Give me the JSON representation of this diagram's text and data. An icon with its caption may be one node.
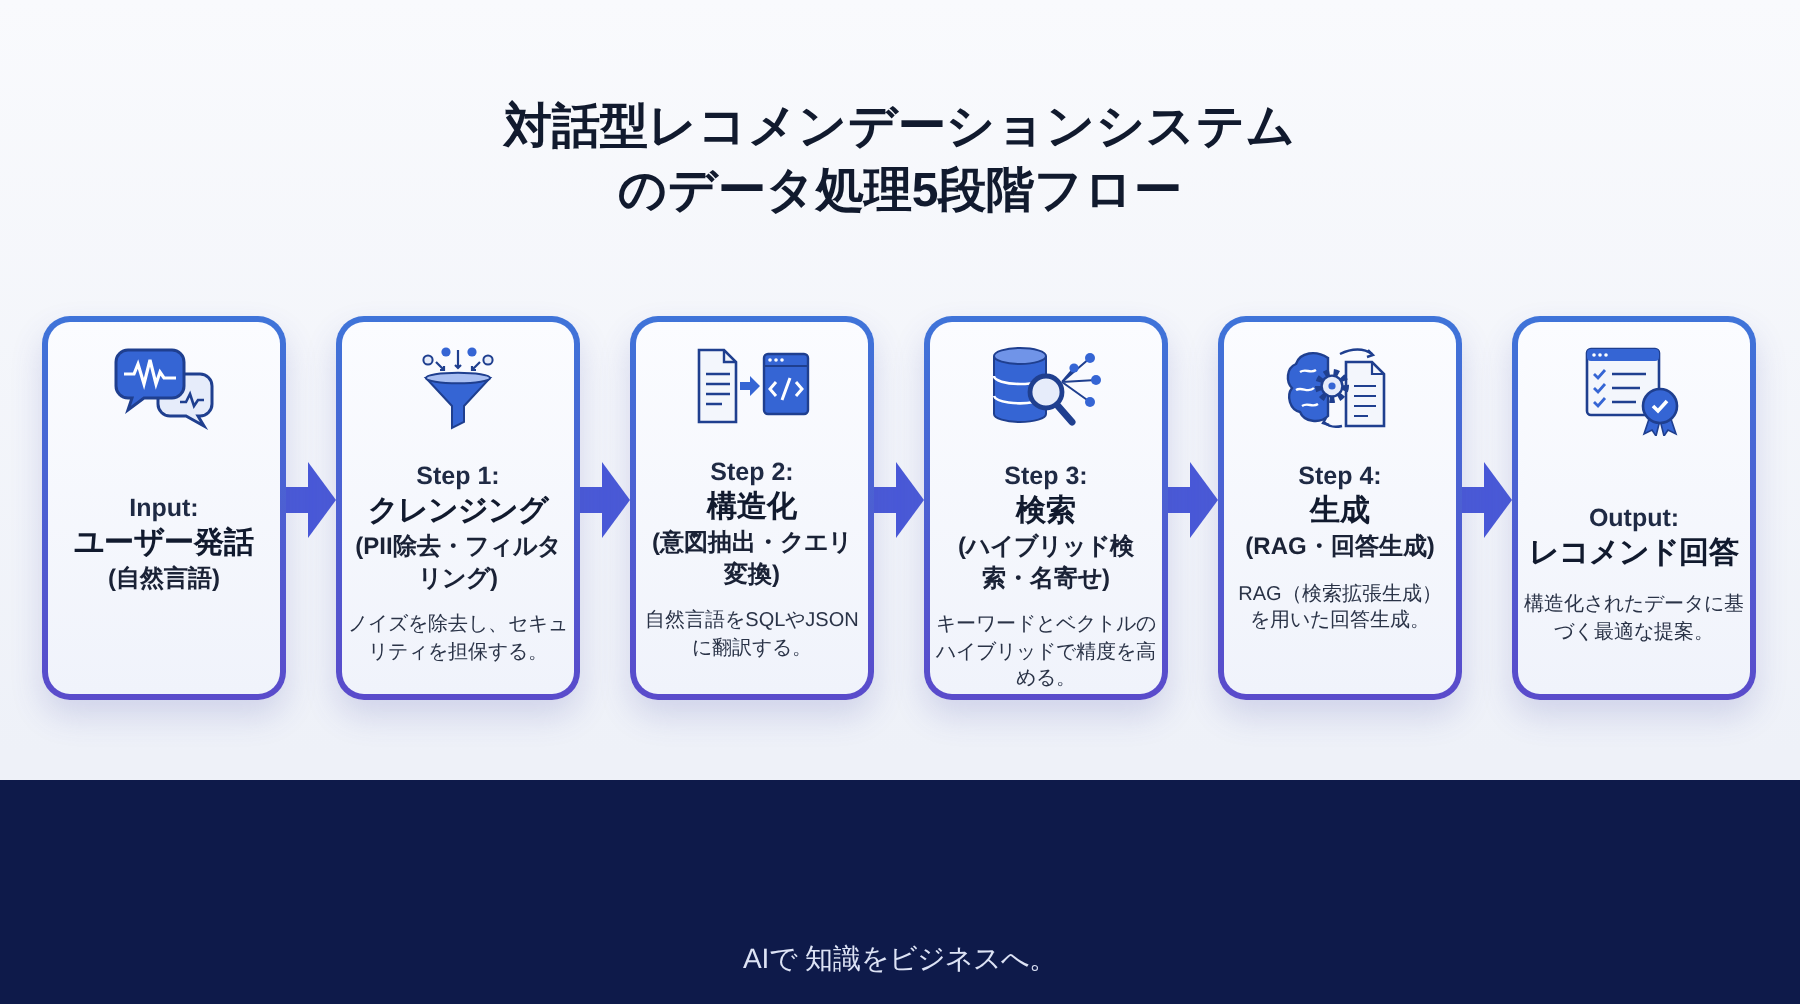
{
  "diagram": {
    "title": "対話型レコメンデーションシステムのデータ処理5段階フロー",
    "nodes": [
      {
        "text": [
          "Input:",
          "ユーザー発話",
          "(自然言語)"
        ]
      },
      {
        "text": [
          "Step 1:",
          "クレンジング",
          "(PII除去・フィルタリング)",
          "ノイズを除去し、セキュリティを担保する。"
        ]
      },
      {
        "text": [
          "Step 2:",
          "構造化",
          "(意図抽出・クエリ変換)",
          "自然言語をSQLやJSONに翻訳する。"
        ]
      },
      {
        "text": [
          "Step 3:",
          "検索",
          "(ハイブリッド検索・名寄せ)",
          "キーワードとベクトルのハイブリッドで精度を高める。"
        ]
      },
      {
        "text": [
          "Step 4:",
          "生成",
          "(RAG・回答生成)",
          "RAG（検索拡張生成）を用いた回答生成。"
        ]
      },
      {
        "text": [
          "Output:",
          "レコメンド回答",
          "構造化されたデータに基づく最適な提案。"
        ]
      }
    ],
    "edges": [
      {
        "from": 0,
        "to": 1,
        "arrow": "to"
      },
      {
        "from": 1,
        "to": 2,
        "arrow": "to"
      },
      {
        "from": 2,
        "to": 3,
        "arrow": "to"
      },
      {
        "from": 3,
        "to": 4,
        "arrow": "to"
      },
      {
        "from": 4,
        "to": 5,
        "arrow": "to"
      }
    ],
    "labels": [
      "AIで 知識をビジネスへ。"
    ]
  }
}
